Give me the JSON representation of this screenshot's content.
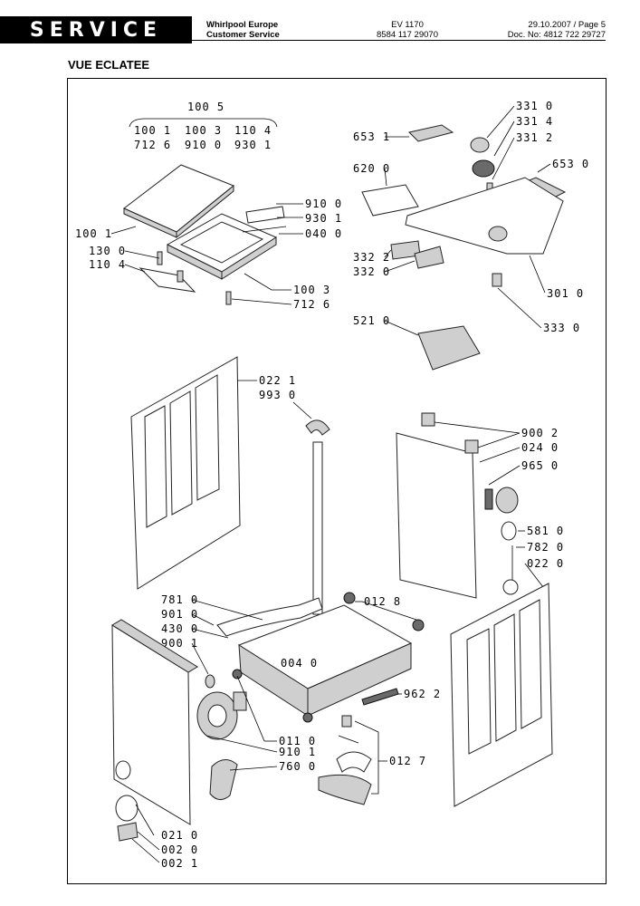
{
  "header": {
    "badge": "SERVICE",
    "company": "Whirlpool Europe",
    "department": "Customer Service",
    "model": "EV 1170",
    "product_code": "8584 117 29070",
    "date_page": "29.10.2007 / Page 5",
    "doc_no": "Doc. No: 4812 722 29727"
  },
  "section_title": "VUE ECLATEE",
  "labels": {
    "l1005": "100 5",
    "l1001a": "100 1",
    "l1003a": "100 3",
    "l1104a": "110 4",
    "l7126a": "712 6",
    "l9100a": "910 0",
    "l9301a": "930 1",
    "l6531": "653 1",
    "l3310": "331 0",
    "l3314": "331 4",
    "l3312": "331 2",
    "l6200": "620 0",
    "l6530": "653 0",
    "l9100b": "910 0",
    "l9301b": "930 1",
    "l0400": "040 0",
    "l1001b": "100 1",
    "l1300": "130 0",
    "l1104b": "110 4",
    "l3322": "332 2",
    "l3320": "332 0",
    "l1003b": "100 3",
    "l7126b": "712 6",
    "l3010": "301 0",
    "l5210": "521 0",
    "l3330": "333 0",
    "l0221": "022 1",
    "l9930": "993 0",
    "l9002": "900 2",
    "l0240": "024 0",
    "l9650": "965 0",
    "l5810": "581 0",
    "l7820": "782 0",
    "l0220": "022 0",
    "l7810": "781 0",
    "l0128": "012 8",
    "l9010": "901 0",
    "l4300": "430 0",
    "l9001": "900 1",
    "l0040": "004 0",
    "l9622": "962 2",
    "l0110": "011 0",
    "l9101": "910 1",
    "l7600": "760 0",
    "l0127": "012 7",
    "l0210": "021 0",
    "l0020": "002 0",
    "l0021": "002 1"
  }
}
